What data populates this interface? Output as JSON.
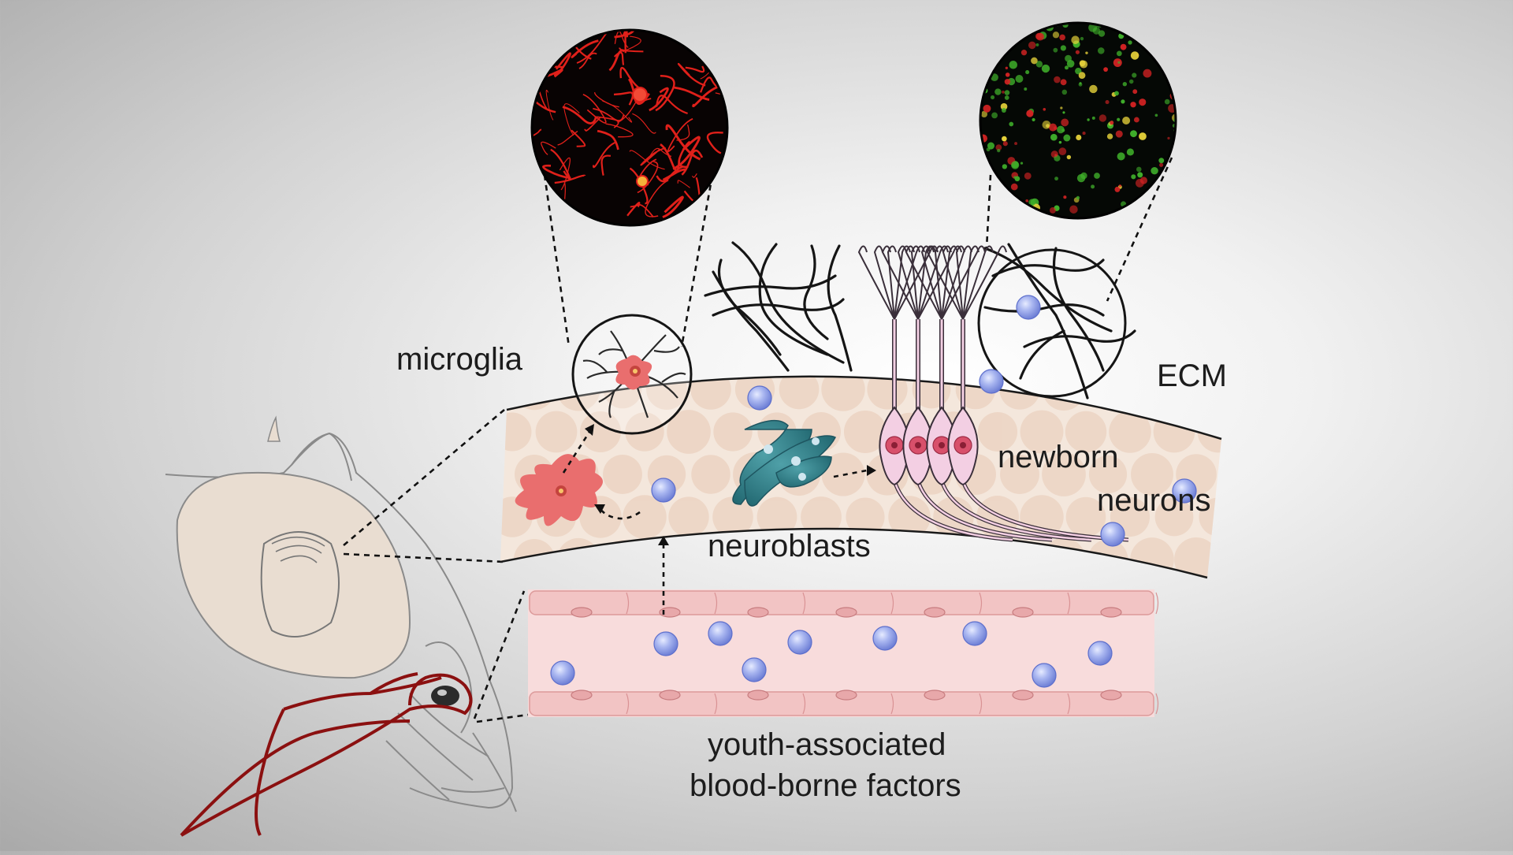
{
  "labels": {
    "microglia": "microglia",
    "ecm": "ECM",
    "newborn_line1": "newborn",
    "newborn_line2": "neurons",
    "neuroblasts": "neuroblasts",
    "factors_line1": "youth-associated",
    "factors_line2": "blood-borne factors"
  },
  "colors": {
    "background_center": "#ffffff",
    "background_edge": "#a9a9a9",
    "tissue_band": "#f4e7dc",
    "tissue_cell": "#ecd4c3",
    "vessel_wall": "#f2c4c4",
    "endothelial_cell": "#e8a8aa",
    "blood_factor": "#8f9ee8",
    "microglia_cell": "#e96e6e",
    "neuroblast": "#2f7d86",
    "neuron_body": "#f3cfe3",
    "neuron_nucleus": "#d8506b",
    "ecm_fiber": "#151515",
    "mouse_outline": "#8a8a8a",
    "mouse_vessel": "#8b1010",
    "micrograph_microglia_signal": "#e0201a",
    "micrograph_ecm_green": "#3fae2a",
    "micrograph_ecm_red": "#d42323"
  },
  "icons": [
    "micrograph-microglia-icon",
    "micrograph-ecm-icon",
    "mouse-head-icon",
    "microglia-cell-icon",
    "neuroblast-icon",
    "newborn-neuron-icon",
    "blood-factor-icon",
    "ecm-fiber-icon"
  ]
}
